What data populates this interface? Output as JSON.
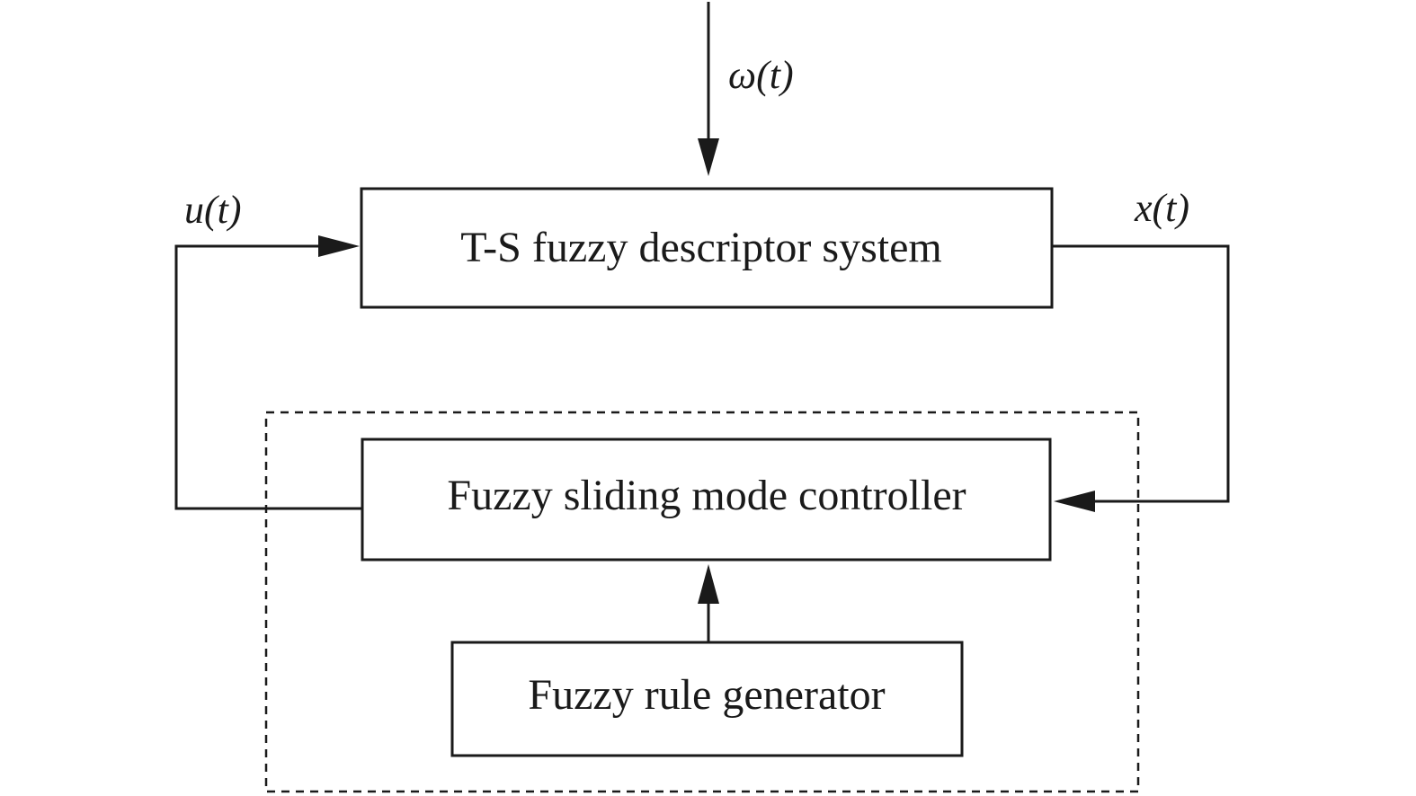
{
  "blocks": {
    "plant": "T-S fuzzy descriptor system",
    "controller": "Fuzzy sliding mode controller",
    "rules": "Fuzzy rule generator"
  },
  "signals": {
    "disturbance": "ω(t)",
    "input": "u(t)",
    "state": "x(t)"
  }
}
